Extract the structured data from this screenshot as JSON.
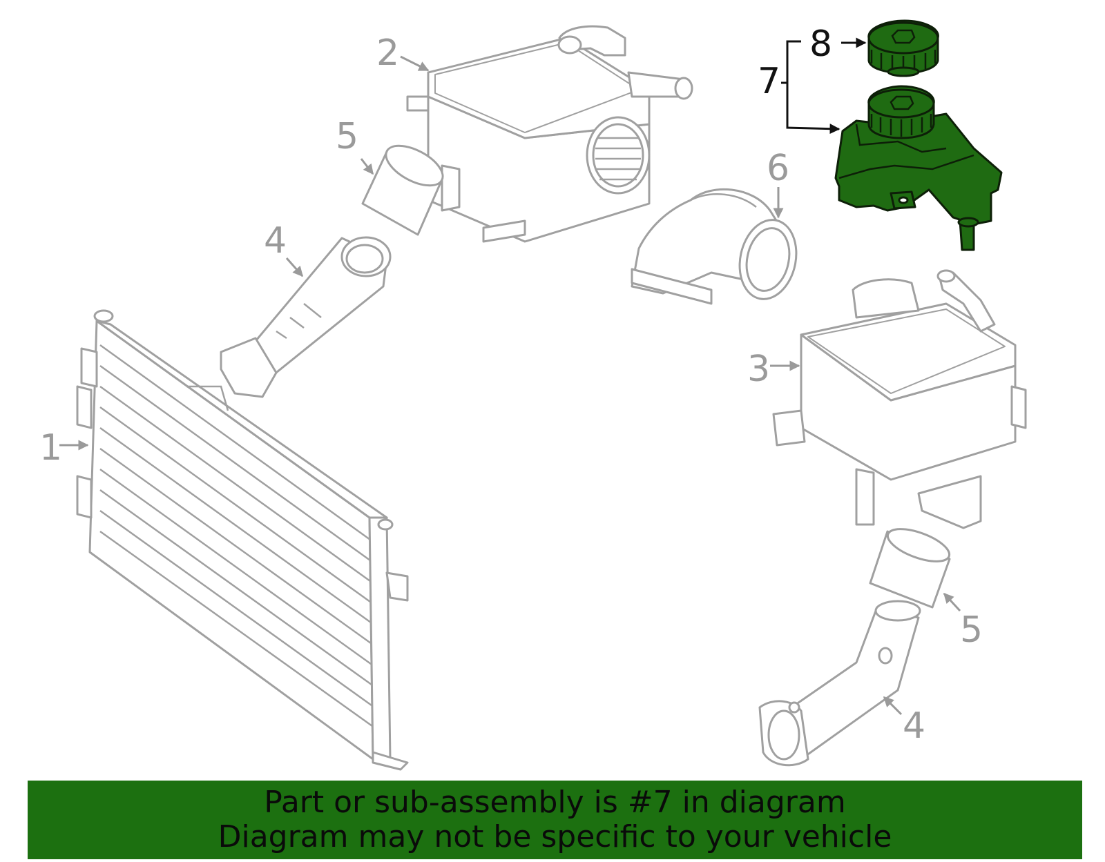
{
  "callouts": {
    "c1": "1",
    "c2": "2",
    "c3": "3",
    "c4a": "4",
    "c4b": "4",
    "c5a": "5",
    "c5b": "5",
    "c6": "6",
    "c7": "7",
    "c8": "8"
  },
  "banner": {
    "line1": "Part or sub-assembly is #7 in diagram",
    "line2": "Diagram may not be specific to your vehicle"
  },
  "colors": {
    "highlight": "#1f6b12",
    "banner": "#1c7010",
    "line_art": "#a0a0a0"
  }
}
